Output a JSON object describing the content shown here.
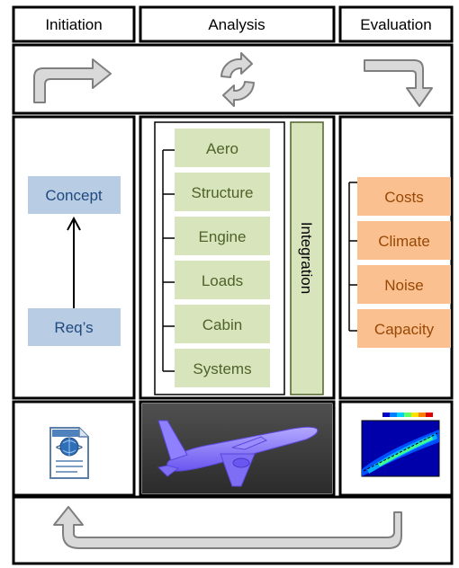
{
  "columns": {
    "initiation": "Initiation",
    "analysis": "Analysis",
    "evaluation": "Evaluation"
  },
  "initiation": {
    "concept": "Concept",
    "requirements": "Req’s"
  },
  "analysis": {
    "disciplines": [
      "Aero",
      "Structure",
      "Engine",
      "Loads",
      "Cabin",
      "Systems"
    ],
    "integration": "Integration"
  },
  "evaluation": {
    "criteria": [
      "Costs",
      "Climate",
      "Noise",
      "Capacity"
    ]
  },
  "colors": {
    "discipline_fill": "#d8e4bc",
    "discipline_text": "#4f6228",
    "integration_fill": "#d8e4bc",
    "concept_fill": "#b8cce4",
    "concept_text": "#1f497d",
    "criteria_fill": "#fac08f",
    "criteria_text": "#984806",
    "arrow_fill": "#d9d9d9",
    "arrow_stroke": "#7f7f7f",
    "aircraft_bg": "#3a3a3a",
    "aircraft": "#8a7cff"
  },
  "icons": {
    "initiation_arrow": "turn-right-arrow-icon",
    "analysis_arrow": "circular-arrows-icon",
    "evaluation_arrow": "turn-down-arrow-icon",
    "document": "xml-document-icon",
    "feedback_arrow": "feedback-loop-arrow-icon"
  }
}
